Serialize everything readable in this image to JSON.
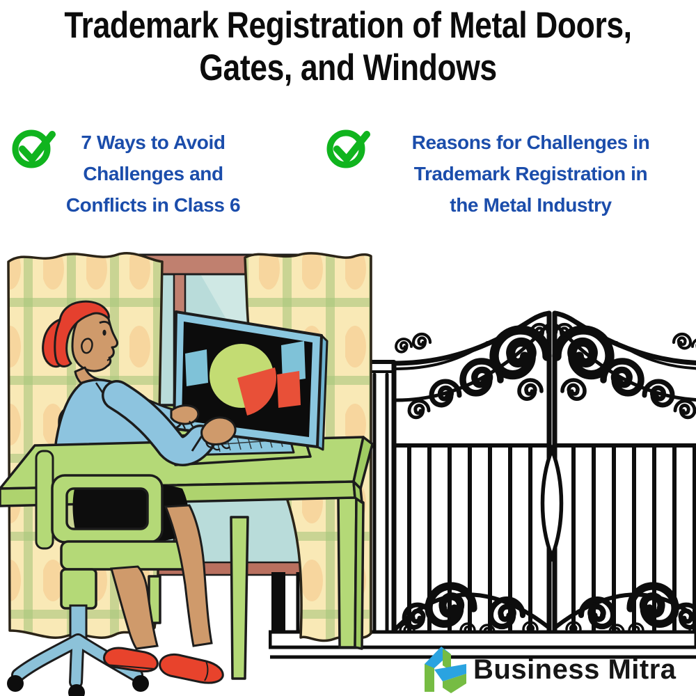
{
  "header": {
    "title_line1": "Trademark Registration of Metal Doors,",
    "title_line2": "Gates, and Windows"
  },
  "bullets": {
    "left": {
      "icon": "check-circle-icon",
      "lines": [
        "7 Ways to Avoid",
        "Challenges and",
        "Conflicts in Class 6"
      ]
    },
    "right": {
      "icon": "check-circle-icon",
      "lines": [
        "Reasons for Challenges in",
        "Trademark Registration in",
        "the Metal Industry"
      ]
    }
  },
  "branding": {
    "logo_icon": "business-mitra-logo-icon",
    "logo_text": "Business Mitra"
  },
  "illustration": {
    "scene": "woman-working-on-laptop-at-desk-by-window",
    "objects": [
      "plaid-curtains",
      "window",
      "green-desk",
      "laptop-with-pie-chart",
      "office-chair",
      "wrought-iron-gate"
    ]
  },
  "colors": {
    "heading_black": "#0c0c0c",
    "bullet_blue": "#1b4dab",
    "check_green": "#10b41e",
    "logo_green": "#76bc43",
    "logo_blue": "#2aa3e0",
    "gate_black": "#0d0d0d",
    "desk_green": "#b4d977",
    "laptop_blue": "#8bc7df",
    "accent_red": "#e85038",
    "curtain_cream": "#f9e9b6",
    "window_glass": "#b9dcda",
    "skin_tan": "#cf9a6b",
    "hair_red": "#e5402e"
  }
}
